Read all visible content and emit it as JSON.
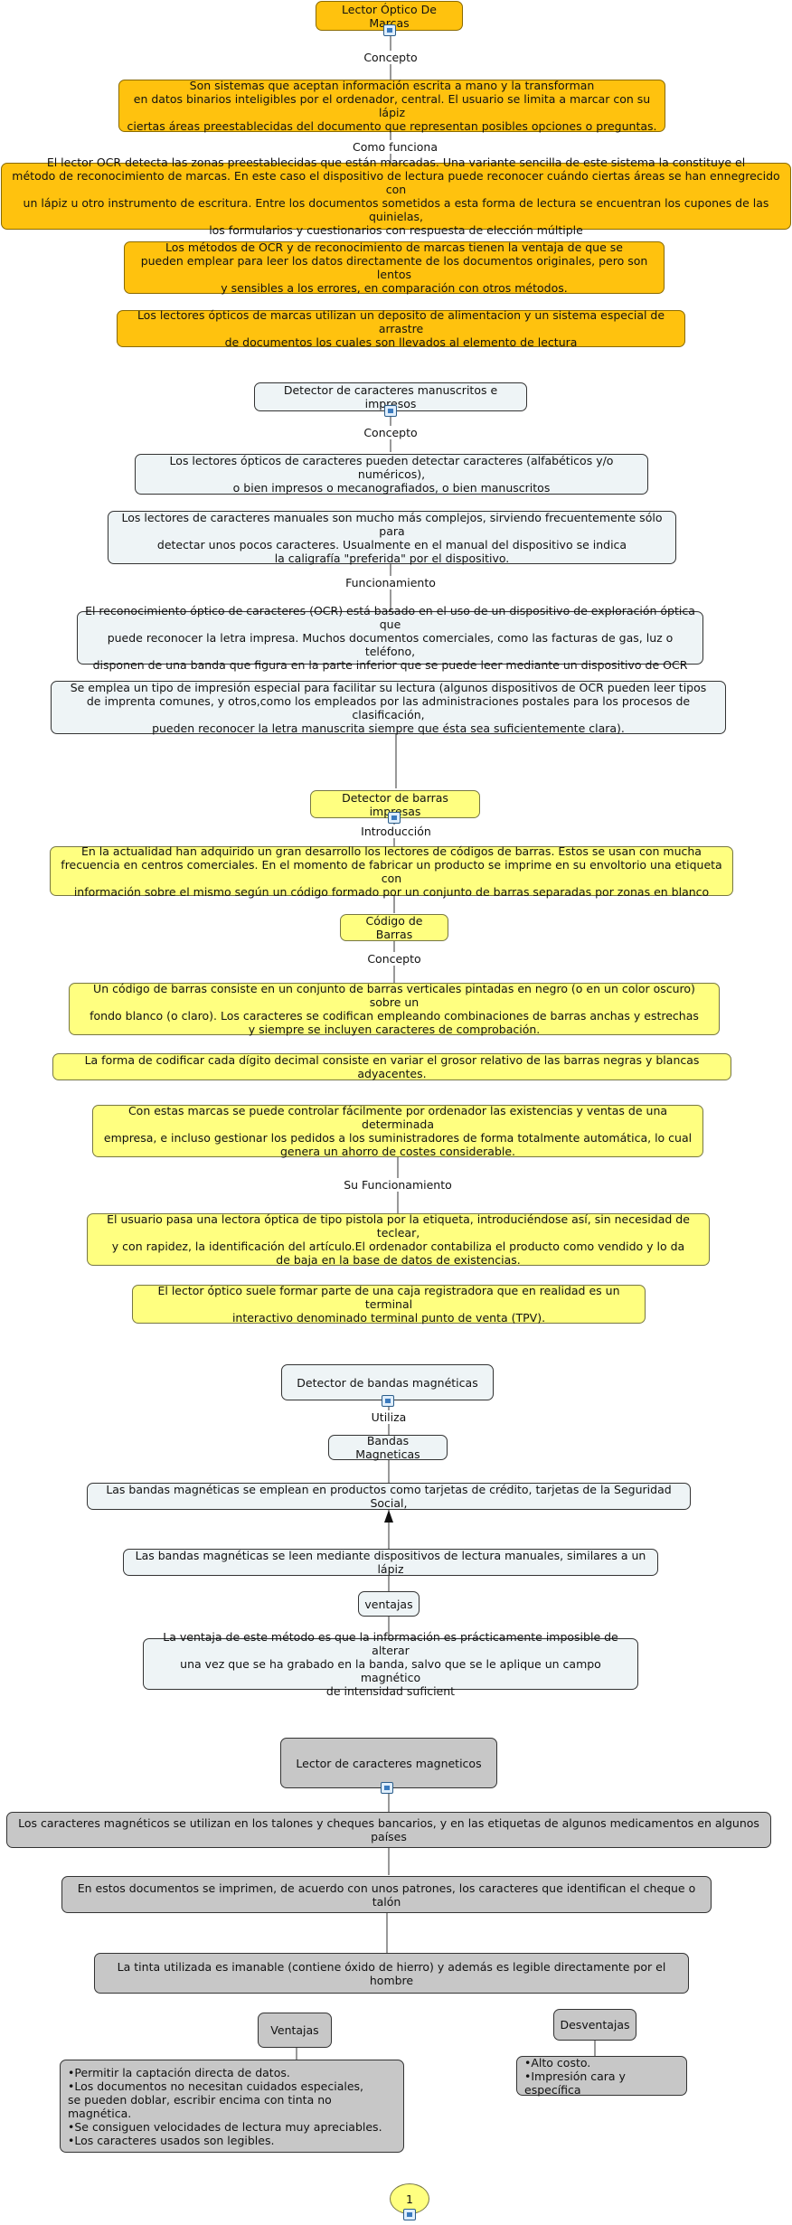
{
  "s1": {
    "title": "Lector Óptico De Marcas",
    "label_concepto": "Concepto",
    "concept": "Son sistemas que aceptan información escrita a mano y la transforman\nen datos binarios inteligibles por el ordenador, central. El usuario se limita a marcar con su lápiz\nciertas áreas preestablecidas del documento que representan posibles opciones o preguntas.",
    "label_funciona": "Como funciona",
    "how": "El lector OCR detecta las zonas preestablecidas que están marcadas. Una variante sencilla de este sistema la constituye el\nmétodo de reconocimiento de marcas. En este caso el dispositivo de lectura puede reconocer cuándo ciertas áreas se han ennegrecido con\nun lápiz u otro instrumento de escritura. Entre los documentos sometidos a esta forma de lectura se encuentran los cupones de las quinielas,\nlos formularios y cuestionarios con respuesta de elección múltiple",
    "methods": "Los métodos de OCR y de reconocimiento de marcas tienen la ventaja de que se\npueden emplear para leer los datos directamente de los documentos originales, pero son lentos\ny sensibles a los errores, en comparación con otros métodos.",
    "deposit": "Los lectores ópticos de marcas utilizan un deposito de alimentacion y un sistema especial de arrastre\nde documentos los cuales son llevados al elemento de lectura"
  },
  "s2": {
    "title": "Detector de caracteres manuscritos e impresos",
    "label_concepto": "Concepto",
    "concept": "Los lectores ópticos de caracteres pueden detectar caracteres (alfabéticos y/o numéricos),\no bien impresos o mecanografiados, o bien manuscritos",
    "manual": "Los lectores de caracteres manuales son mucho más complejos, sirviendo frecuentemente sólo para\ndetectar unos pocos caracteres. Usualmente en el manual del dispositivo se indica\nla caligrafía \"preferida\" por el dispositivo.",
    "label_funcionamiento": "Funcionamiento",
    "ocr": "El reconocimiento óptico de caracteres (OCR) está basado en el uso de un dispositivo de exploración óptica que\npuede reconocer la letra impresa. Muchos documentos comerciales, como las facturas de gas, luz o teléfono,\ndisponen de una banda que figura en la parte inferior que se puede leer mediante un dispositivo de OCR",
    "printing": "Se emplea un tipo de impresión especial para facilitar su lectura (algunos dispositivos de OCR pueden leer tipos\nde imprenta comunes, y otros,como los empleados por las administraciones postales para los procesos de clasificación,\npueden reconocer la letra manuscrita siempre que ésta sea suficientemente clara)."
  },
  "s3": {
    "title": "Detector de barras impresas",
    "label_intro": "Introducción",
    "intro": "En la actualidad han adquirido un gran desarrollo los lectores de códigos de barras. Estos se usan con mucha\nfrecuencia en centros comerciales. En el momento de fabricar un producto se imprime en su envoltorio una etiqueta con\ninformación sobre el mismo según un código formado por un conjunto de barras separadas por zonas en blanco",
    "code_title": "Código de Barras",
    "label_concepto": "Concepto",
    "code_concept": "Un código de barras consiste en un conjunto de barras verticales pintadas en negro (o en un color oscuro) sobre un\nfondo blanco (o claro). Los caracteres se codifican empleando combinaciones de barras anchas y estrechas\ny siempre se incluyen caracteres de comprobación.",
    "encoding": "La forma de codificar cada dígito decimal consiste en variar el grosor relativo de las barras negras y blancas adyacentes.",
    "control": "Con estas marcas se puede controlar fácilmente por ordenador las existencias y ventas de una determinada\nempresa, e incluso gestionar los pedidos a los suministradores de forma totalmente automática, lo cual\ngenera un ahorro de costes considerable.",
    "label_funcionamiento": "Su Funcionamiento",
    "usage": "El usuario pasa una lectora óptica de tipo pistola por la etiqueta, introduciéndose así, sin necesidad de teclear,\ny con rapidez, la identificación del artículo.El ordenador contabiliza el producto como vendido y lo da\nde baja en la base de datos de existencias.",
    "terminal": "El lector óptico suele formar parte de una caja registradora que en realidad es un terminal\ninteractivo denominado terminal punto de venta (TPV)."
  },
  "s4": {
    "title": "Detector de bandas magnéticas",
    "label_utiliza": "Utiliza",
    "bands_title": "Bandas Magneticas",
    "bands_use": "Las bandas magnéticas se emplean en productos como tarjetas de crédito, tarjetas de la Seguridad Social,",
    "bands_read": "Las bandas magnéticas se leen mediante dispositivos de lectura manuales, similares a un lápiz",
    "ventajas_title": "ventajas",
    "ventajas": "La ventaja de este método es que la información es prácticamente imposible de alterar\nuna vez que se ha grabado en la banda, salvo que se le aplique un campo magnético\nde intensidad suficient"
  },
  "s5": {
    "title": "Lector de caracteres magneticos",
    "usage": "Los caracteres magnéticos se utilizan en los talones y cheques bancarios, y en las etiquetas de algunos medicamentos en algunos países",
    "print": "En estos documentos se imprimen, de acuerdo con unos patrones, los caracteres que identifican el cheque o talón",
    "ink": "La tinta utilizada es imanable (contiene óxido de hierro) y además es legible directamente por el hombre",
    "ventajas_title": "Ventajas",
    "ventajas": "•Permitir la captación directa de datos.\n•Los documentos no necesitan cuidados especiales,\nse pueden doblar, escribir encima con tinta no magnética.\n•Se consiguen velocidades de lectura muy apreciables.\n•Los caracteres usados son legibles.",
    "desventajas_title": "Desventajas",
    "desventajas": "•Alto costo.\n•Impresión cara y específica"
  },
  "footer": {
    "number": "1"
  },
  "colors": {
    "orange": "#ffc20e",
    "yellow": "#ffff80",
    "pale": "#eef4f6",
    "gray": "#c7c7c7"
  },
  "icons": [
    "image-icon"
  ]
}
